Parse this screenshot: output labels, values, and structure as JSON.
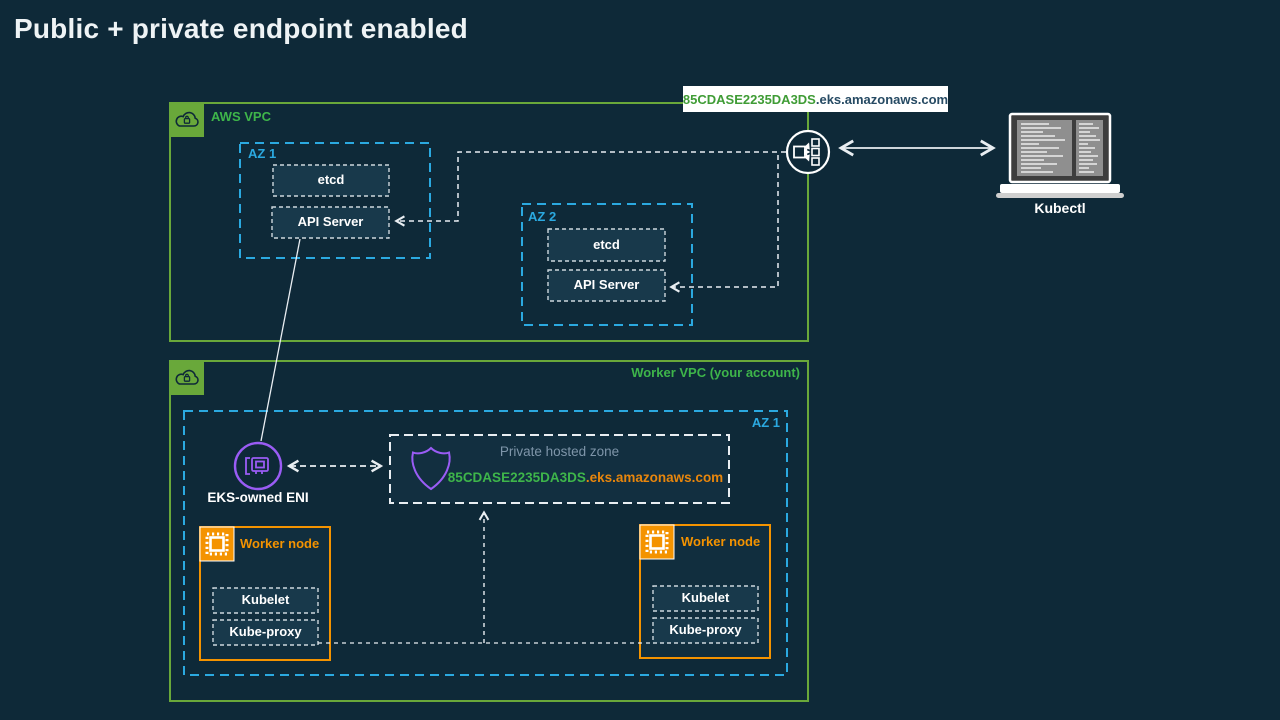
{
  "title": "Public + private endpoint enabled",
  "colors": {
    "background": "#0e2938",
    "vpc_green": "#69a83a",
    "label_green": "#3eb54a",
    "az_cyan": "#2ba9e0",
    "node_orange": "#f49300",
    "purple": "#9a5cf5",
    "zone_url_orange": "#e8860c",
    "box_fill": "#18394b",
    "line_white": "#e9eef2"
  },
  "endpoint_label": {
    "cluster_id": "85CDASE2235DA3DS",
    "domain": ".eks.amazonaws.com"
  },
  "aws_vpc": {
    "label": "AWS VPC",
    "az1": {
      "label": "AZ 1",
      "etcd": "etcd",
      "api_server": "API Server"
    },
    "az2": {
      "label": "AZ 2",
      "etcd": "etcd",
      "api_server": "API Server"
    }
  },
  "kubectl_label": "Kubectl",
  "worker_vpc": {
    "label": "Worker VPC (your account)",
    "az_label": "AZ 1",
    "eni_label": "EKS-owned ENI",
    "hosted_zone": {
      "title": "Private hosted zone",
      "cluster_id": "85CDASE2235DA3DS",
      "domain": ".eks.amazonaws.com"
    },
    "nodes": [
      {
        "label": "Worker node",
        "kubelet": "Kubelet",
        "kube_proxy": "Kube-proxy"
      },
      {
        "label": "Worker node",
        "kubelet": "Kubelet",
        "kube_proxy": "Kube-proxy"
      }
    ]
  }
}
